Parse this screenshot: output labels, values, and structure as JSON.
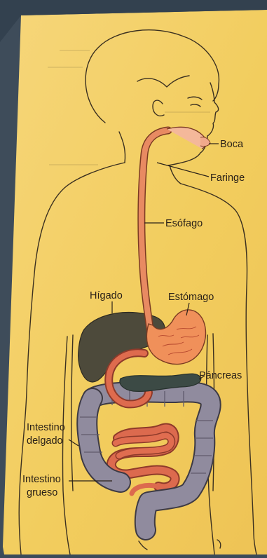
{
  "diagram": {
    "labels": {
      "boca": "Boca",
      "faringe": "Faringe",
      "esofago": "Esófago",
      "higado": "Hígado",
      "estomago": "Estómago",
      "pancreas": "Páncreas",
      "intestino_delgado_1": "Intestino",
      "intestino_delgado_2": "delgado",
      "intestino_grueso_1": "Intestino",
      "intestino_grueso_2": "grueso"
    },
    "colors": {
      "page": "#f3cf62",
      "liver": "#4e4a3c",
      "stomach": "#ef8f5a",
      "esophagus": "#e5845e",
      "pancreas": "#3d4b45",
      "small_intestine": "#d9624a",
      "large_intestine": "#8f8a9c",
      "outline": "#3b3020"
    }
  }
}
